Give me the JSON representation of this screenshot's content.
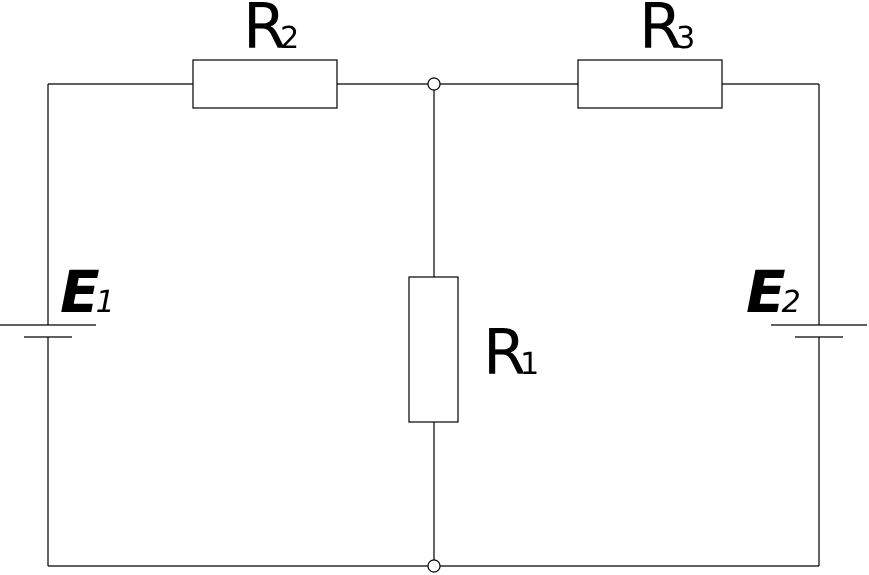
{
  "labels": {
    "r2": {
      "main": "R",
      "sub": "2"
    },
    "r3": {
      "main": "R",
      "sub": "3"
    },
    "r1": {
      "main": "R",
      "sub": "1"
    },
    "e1": {
      "main": "E",
      "sub": "1"
    },
    "e2": {
      "main": "E",
      "sub": "2"
    }
  }
}
